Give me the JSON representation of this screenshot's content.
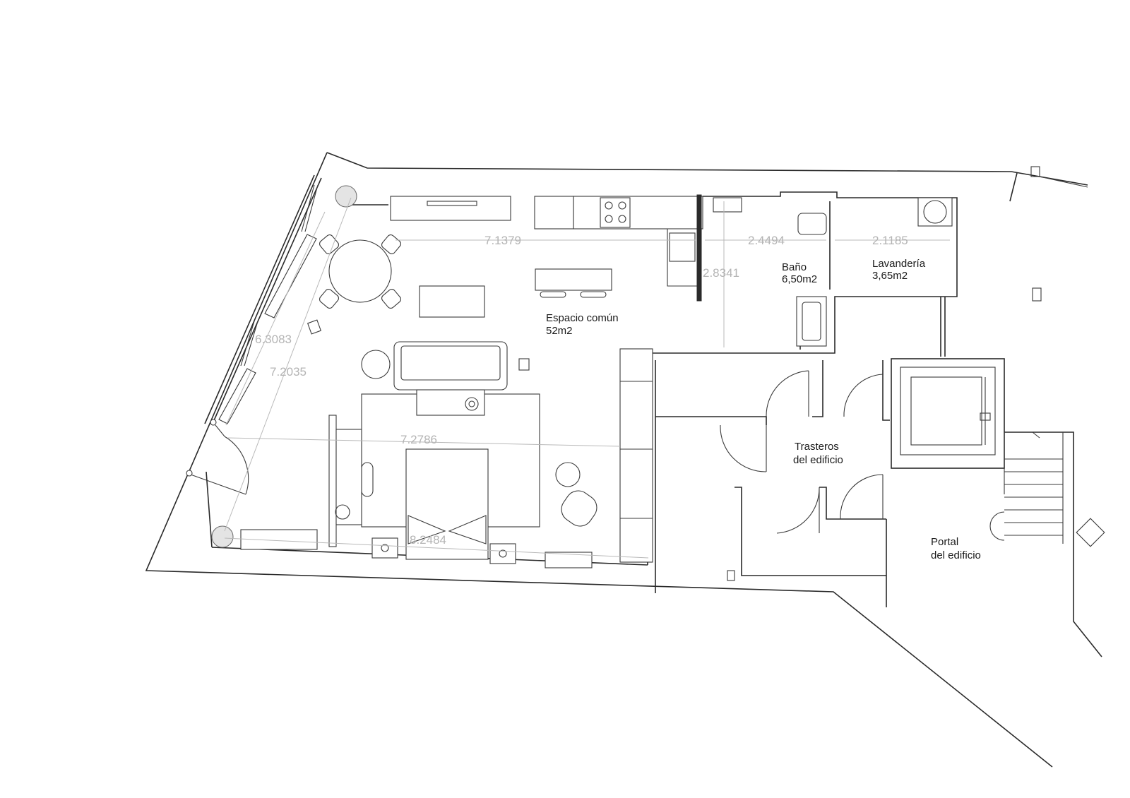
{
  "rooms": [
    {
      "name": "Espacio común",
      "area": "52m2"
    },
    {
      "name": "Baño",
      "area": "6,50m2"
    },
    {
      "name": "Lavandería",
      "area": "3,65m2"
    },
    {
      "name": "Trasteros",
      "area": "del edificio"
    },
    {
      "name": "Portal",
      "area": "del edificio"
    }
  ],
  "dimensions": [
    "7.1379",
    "2.4494",
    "2.1185",
    "2.8341",
    "6.3083",
    "7.2035",
    "7.2786",
    "8.2484"
  ]
}
